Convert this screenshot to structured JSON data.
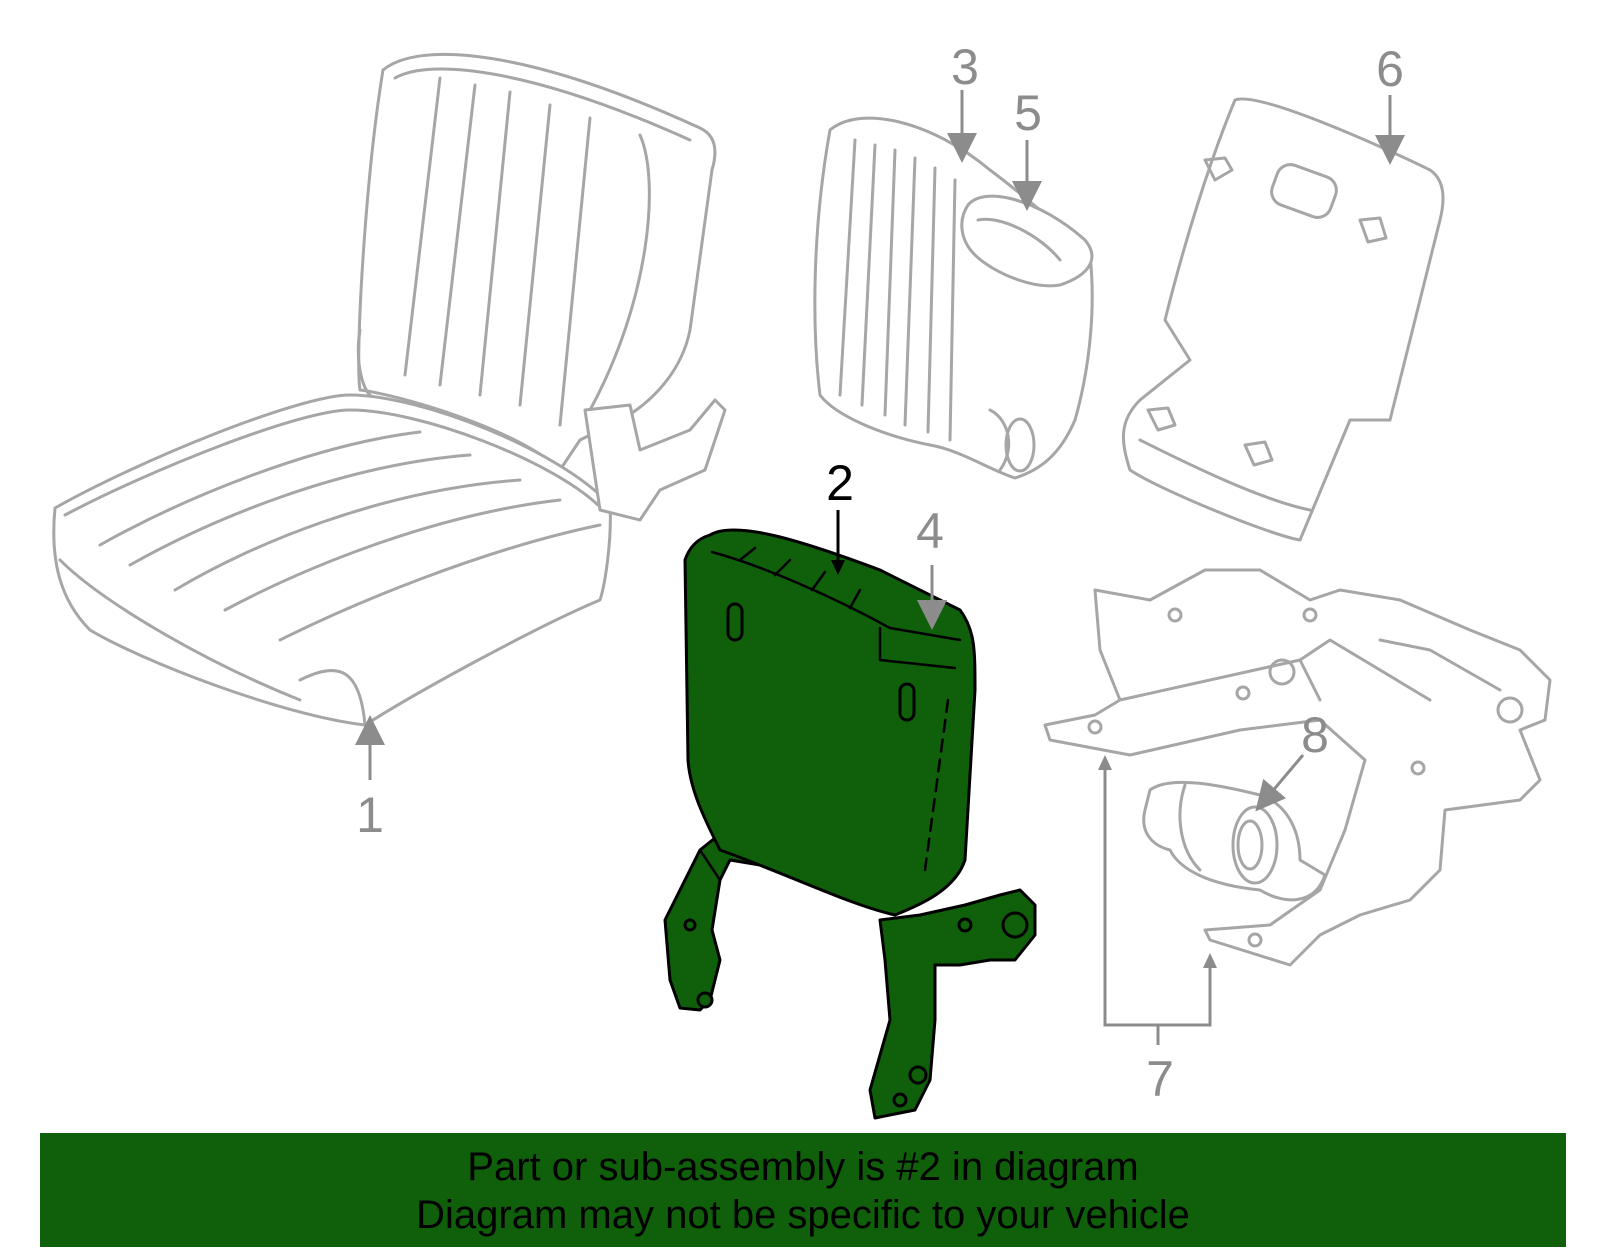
{
  "callouts": {
    "c1": "1",
    "c2": "2",
    "c3": "3",
    "c4": "4",
    "c5": "5",
    "c6": "6",
    "c7": "7",
    "c8": "8"
  },
  "highlighted_part": "2",
  "colors": {
    "highlight_fill": "#0f5f0b",
    "banner_background": "#0f5f0b",
    "outline": "#a6a6a6",
    "callout_text": "#8c8c8c"
  },
  "banner": {
    "line1": "Part or sub-assembly is #2 in diagram",
    "line2": "Diagram may not be specific to your vehicle"
  }
}
